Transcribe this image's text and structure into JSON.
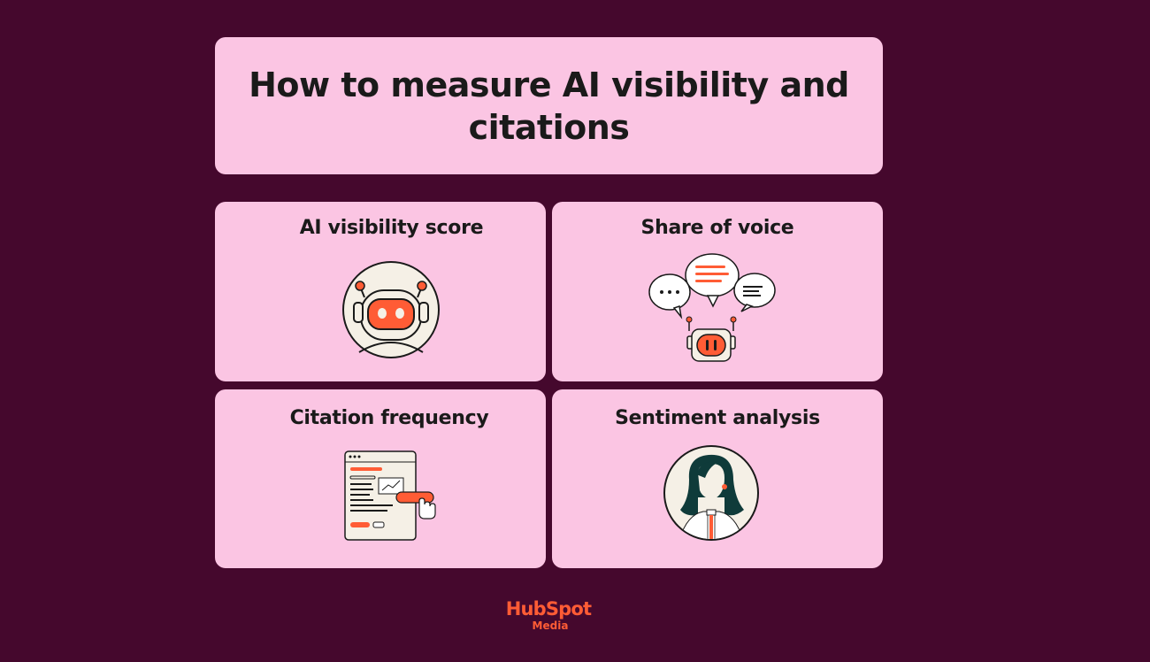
{
  "title": "How to measure AI visibility and citations",
  "cards": [
    {
      "label": "AI visibility score",
      "icon": "robot-icon"
    },
    {
      "label": "Share of voice",
      "icon": "chat-bubbles-robot-icon"
    },
    {
      "label": "Citation frequency",
      "icon": "document-click-icon"
    },
    {
      "label": "Sentiment analysis",
      "icon": "woman-portrait-icon"
    }
  ],
  "brand": {
    "name": "HubSpot",
    "sub": "Media"
  },
  "colors": {
    "background": "#45082d",
    "card": "#fbc5e3",
    "accent": "#ff5c35",
    "text": "#1a1a1a"
  }
}
